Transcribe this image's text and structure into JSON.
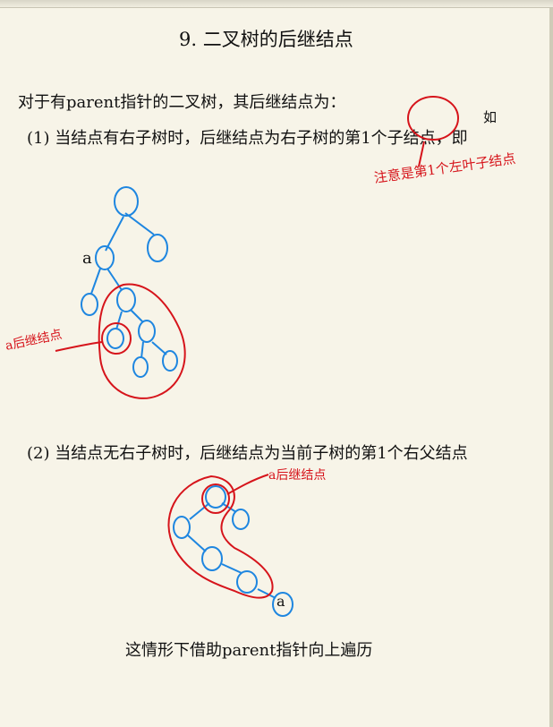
{
  "title": "9. 二叉树的后继结点",
  "intro": "对于有parent指针的二叉树，其后继结点为：",
  "case1": {
    "text": "(1) 当结点有右子树时，后继结点为右子树的第1个子结点，即",
    "tail": "如",
    "note": "注意是第1个左叶子结点",
    "node_label": "a",
    "successor_label": "a后继结点"
  },
  "case2": {
    "text": "(2) 当结点无右子树时，后继结点为当前子树的第1个右父结点",
    "node_label": "a",
    "successor_label": "a后继结点"
  },
  "conclusion": "这情形下借助parent指针向上遍历",
  "colors": {
    "ink": "#111111",
    "node_blue": "#1e86e0",
    "annotation_red": "#d6141b",
    "paper": "#f7f4e8"
  }
}
